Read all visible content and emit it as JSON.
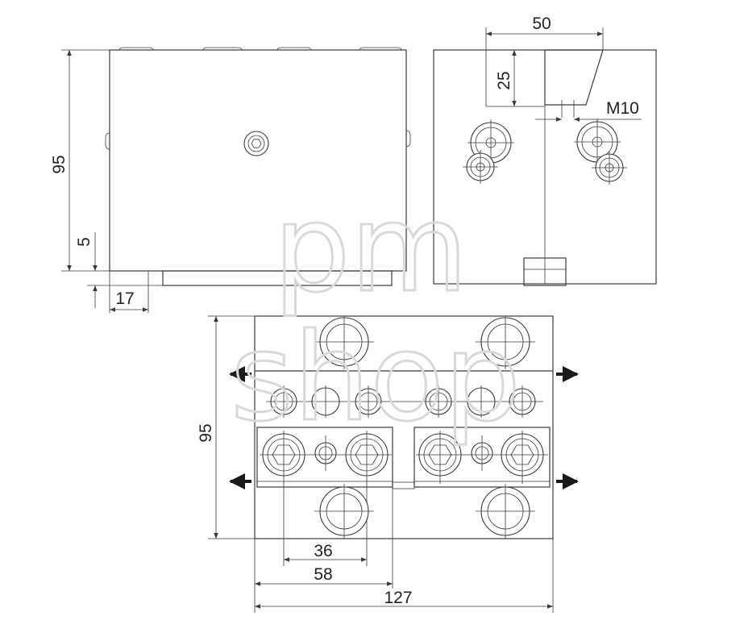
{
  "watermark": {
    "line1": "pm",
    "line2": "shop"
  },
  "side_view": {
    "dim_height": "95",
    "dim_offset": "5",
    "dim_width": "17"
  },
  "end_view": {
    "dim_width": "50",
    "dim_depth": "25",
    "dim_thread": "M10"
  },
  "top_view": {
    "dim_height": "95",
    "dim_pitch": "36",
    "dim_block": "58",
    "dim_total": "127"
  },
  "colors": {
    "line": "#3a3a3a",
    "text": "#222222",
    "watermark": "#d9d9d9"
  }
}
